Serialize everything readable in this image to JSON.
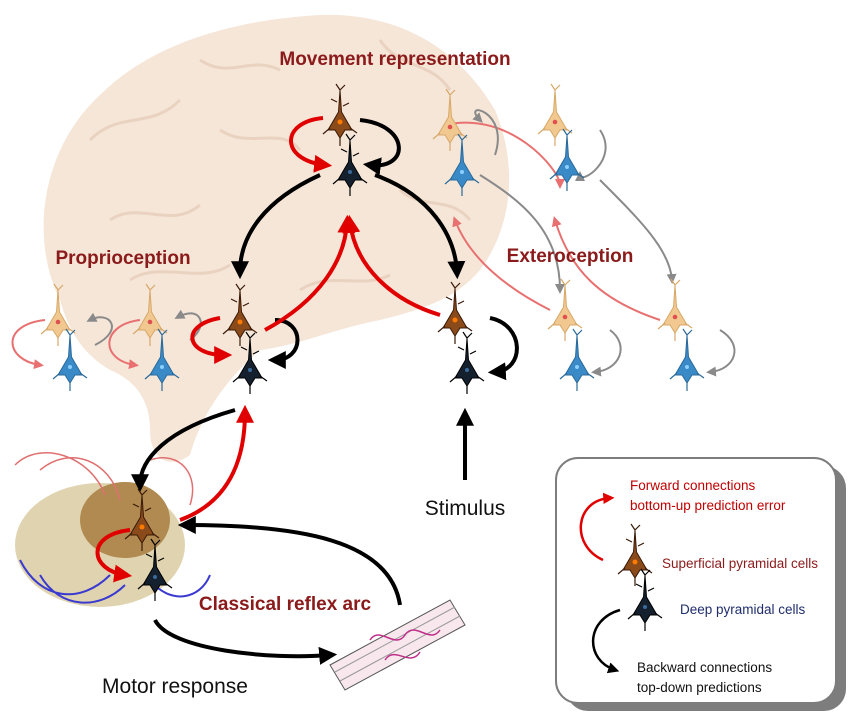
{
  "labels": {
    "movement": "Movement representation",
    "proprioception": "Proprioception",
    "exteroception": "Exteroception",
    "reflex": "Classical reflex arc",
    "stimulus": "Stimulus",
    "motor": "Motor response"
  },
  "legend": {
    "forward_line1": "Forward connections",
    "forward_line2": "bottom-up prediction error",
    "superficial": "Superficial pyramidal cells",
    "deep": "Deep pyramidal cells",
    "backward_line1": "Backward connections",
    "backward_line2": "top-down predictions"
  },
  "colors": {
    "forward": "#e00000",
    "backward": "#000000",
    "faded_forward": "#e87070",
    "faded_backward": "#8a8a8a",
    "label_dark_red": "#8b1a1a",
    "superficial_cell": "#8a4a1a",
    "deep_cell": "#15202e",
    "faded_superficial": "#e8b878",
    "faded_deep": "#3a8ac8"
  }
}
